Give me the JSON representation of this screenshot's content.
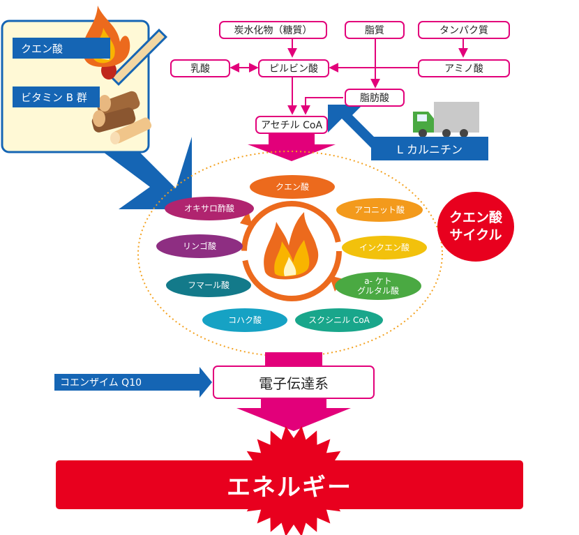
{
  "cofactors": {
    "citric_acid": "クエン酸",
    "vitamin_b": "ビタミン B 群"
  },
  "sources": {
    "carbohydrate": "炭水化物（糖質）",
    "lipid": "脂質",
    "protein": "タンパク質"
  },
  "intermediates": {
    "lactic_acid": "乳酸",
    "pyruvic_acid": "ピルビン酸",
    "amino_acid": "アミノ酸",
    "fatty_acid": "脂肪酸",
    "acetyl_coa": "アセチル CoA"
  },
  "carnitine": "L カルニチン",
  "cycle": {
    "title_line1": "クエン酸",
    "title_line2": "サイクル",
    "items": [
      {
        "label": "クエン酸",
        "color": "#ec6a1d"
      },
      {
        "label": "アコニット酸",
        "color": "#f39a1c"
      },
      {
        "label": "インクエン酸",
        "color": "#f2c10c"
      },
      {
        "line1": "a- ケト",
        "line2": "グルタル酸",
        "color": "#4aa942"
      },
      {
        "label": "スクシニル CoA",
        "color": "#19a68b"
      },
      {
        "label": "コハク酸",
        "color": "#16a2c4"
      },
      {
        "label": "フマール酸",
        "color": "#137a8a"
      },
      {
        "label": "リンゴ酸",
        "color": "#8e2e82"
      },
      {
        "label": "オキサロ酢酸",
        "color": "#b0246f"
      }
    ]
  },
  "coenzyme_q10": "コエンザイム Q10",
  "electron_transport": "電子伝達系",
  "energy": "エネルギー",
  "colors": {
    "magenta": "#e2007a",
    "blue": "#1565b4",
    "red": "#e8001e",
    "dotted": "#f3a11f"
  },
  "icons": [
    "match-fire-icon",
    "firewood-icon",
    "truck-icon",
    "fire-icon"
  ]
}
